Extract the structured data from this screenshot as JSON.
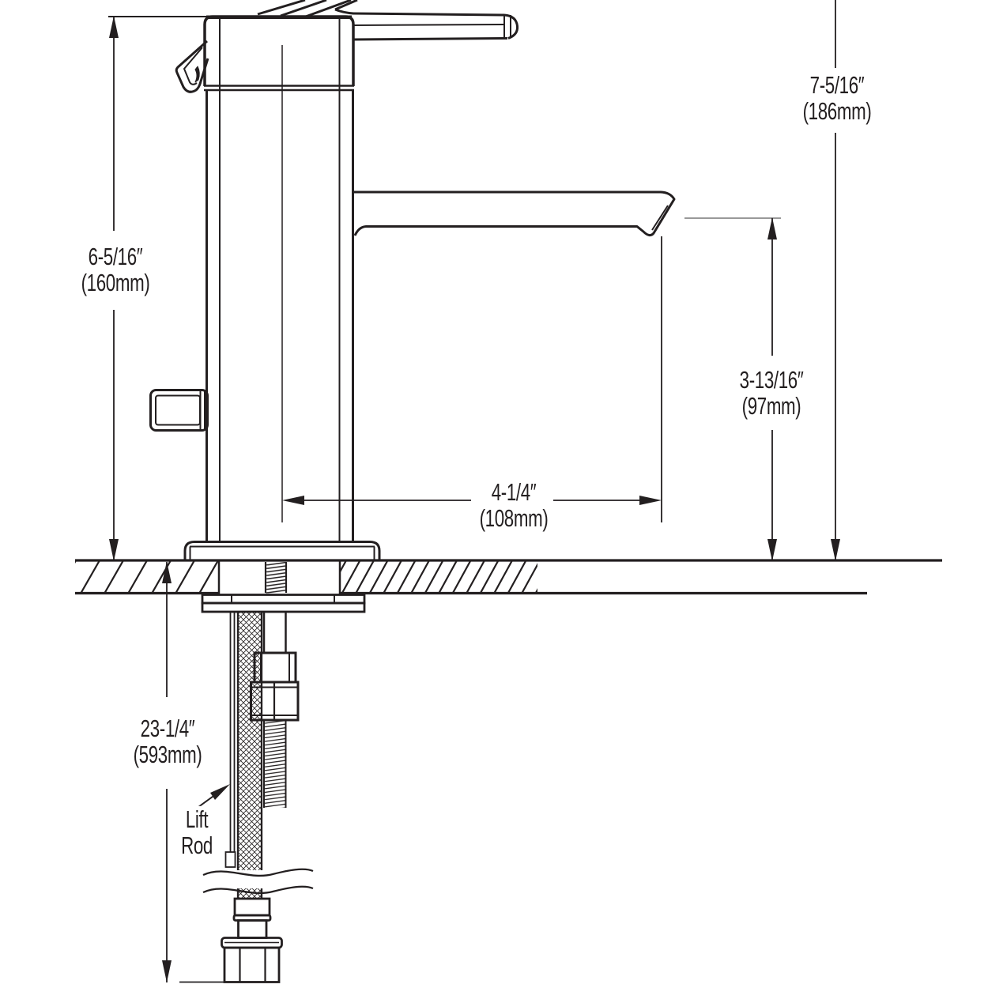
{
  "diagram": {
    "kind": "single-handle-faucet-installation-dimension-drawing",
    "colors": {
      "ink": "#231f20",
      "reference_line": "#999999",
      "background": "#ffffff"
    },
    "dimensions": {
      "overall_height": {
        "imperial": "7-5/16″",
        "metric": "(186mm)"
      },
      "body_height": {
        "imperial": "6-5/16″",
        "metric": "(160mm)"
      },
      "spout_height": {
        "imperial": "3-13/16″",
        "metric": "(97mm)"
      },
      "spout_reach": {
        "imperial": "4-1/4″",
        "metric": "(108mm)"
      },
      "supply_length": {
        "imperial": "23-1/4″",
        "metric": "(593mm)"
      }
    },
    "callouts": {
      "lift_rod": {
        "line1": "Lift",
        "line2": "Rod"
      }
    }
  }
}
